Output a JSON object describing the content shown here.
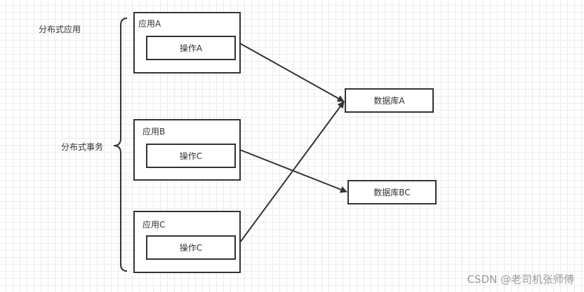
{
  "labels": {
    "distributed_app": "分布式应用",
    "distributed_tx": "分布式事务"
  },
  "apps": [
    {
      "title": "应用A",
      "operation": "操作A"
    },
    {
      "title": "应用B",
      "operation": "操作C"
    },
    {
      "title": "应用C",
      "operation": "操作C"
    }
  ],
  "databases": [
    {
      "name": "数据库A"
    },
    {
      "name": "数据库BC"
    }
  ],
  "watermark": "CSDN @老司机张师傅"
}
